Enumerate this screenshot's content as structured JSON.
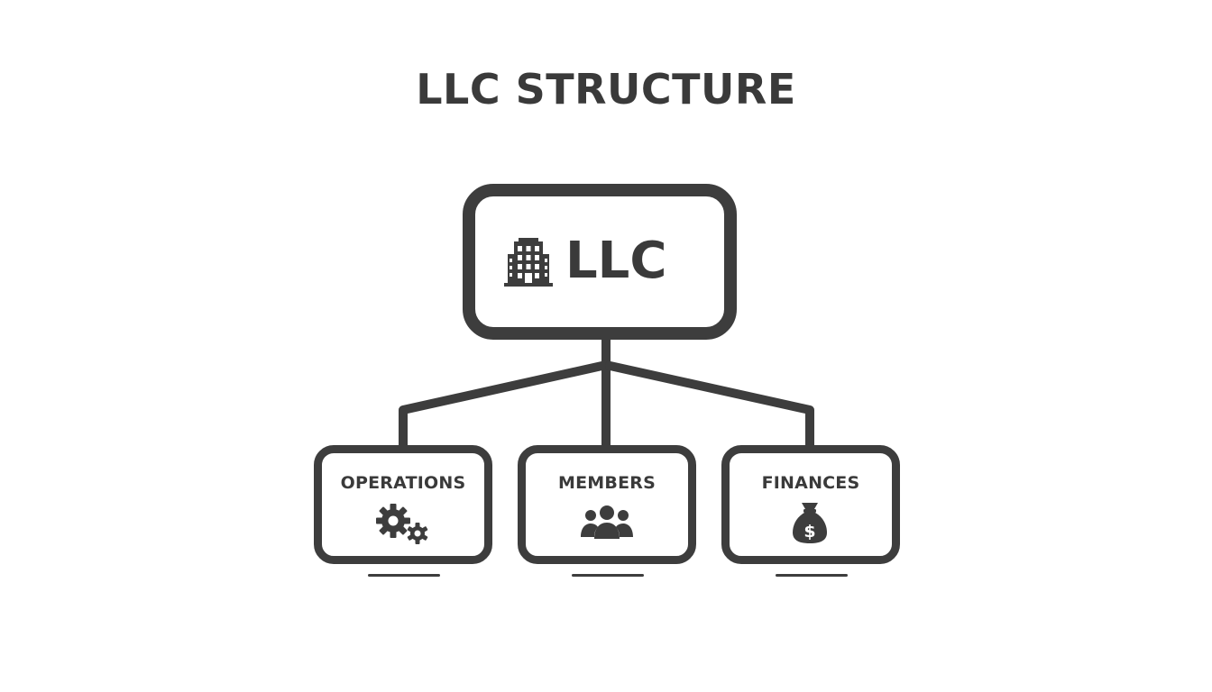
{
  "title": "LLC STRUCTURE",
  "root": {
    "label": "LLC",
    "icon": "building-icon"
  },
  "children": [
    {
      "label": "OPERATIONS",
      "icon": "gears-icon"
    },
    {
      "label": "MEMBERS",
      "icon": "people-icon"
    },
    {
      "label": "FINANCES",
      "icon": "money-bag-icon"
    }
  ],
  "colors": {
    "stroke": "#3d3d3d",
    "text": "#3a3a3a",
    "background": "#ffffff"
  }
}
